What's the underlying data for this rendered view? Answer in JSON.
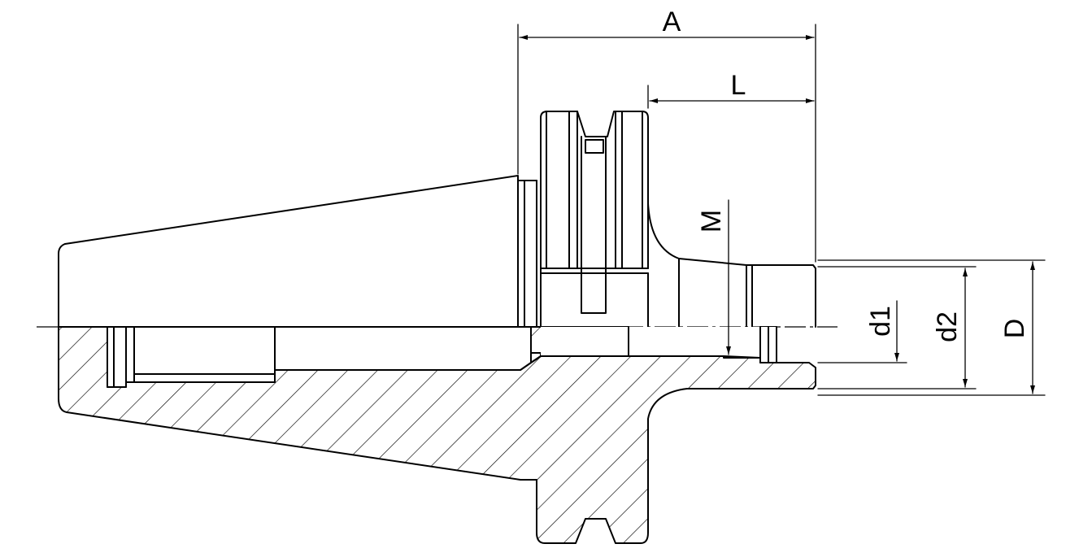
{
  "labels": {
    "A": "A",
    "L": "L",
    "M": "M",
    "d1": "d1",
    "d2": "d2",
    "D": "D"
  }
}
